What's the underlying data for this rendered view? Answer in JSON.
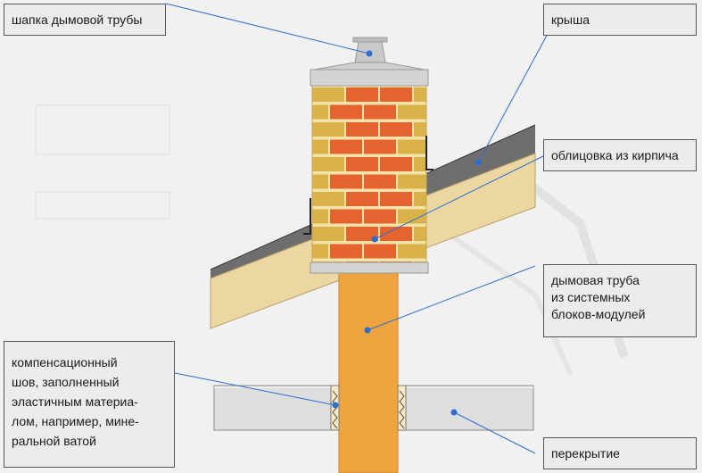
{
  "labels": {
    "chimney_cap": "шапка дымовой трубы",
    "roof": "крыша",
    "brick_cladding": "облицовка из кирпича",
    "flue_pipe": "дымовая труба\nиз системных\nблоков-модулей",
    "expansion_joint": "компенсационный\nшов, заполненный\nэластичным материа-\nлом, например, мине-\nральной ватой",
    "floor_slab": "перекрытие"
  },
  "colors": {
    "background": "#f1f1f1",
    "brick": "#e4632f",
    "brick_yellow": "#d9b24a",
    "mortar": "#f2e3a8",
    "flue": "#efa440",
    "roof_board": "#ecd7a2",
    "slab": "#dedede",
    "leader_line": "#2c6fd1",
    "cap": "#d4d4d4"
  },
  "icons": [
    "leader-dot"
  ]
}
